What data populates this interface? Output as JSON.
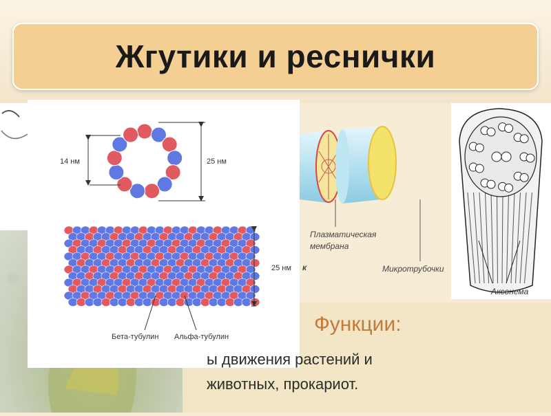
{
  "slide": {
    "title": "Жгутики и реснички",
    "functions_heading": "Функции:",
    "functions_line1": "ы движения растений и",
    "functions_line2": "животных, прокариот."
  },
  "tubule_diagram": {
    "inner_label": "14 нм",
    "outer_label": "25 нм",
    "tube_label": "25 нм",
    "beta_label": "Бета-тубулин",
    "alpha_label": "Альфа-тубулин"
  },
  "flagellum_diagram": {
    "membrane_label_1": "Плазматическая",
    "membrane_label_2": "мембрана",
    "fragment_label": "к",
    "microtubules_label": "Микротрубочки"
  },
  "axoneme_diagram": {
    "axoneme_label": "Аксонема"
  },
  "colors": {
    "title_box": "#f4cf93",
    "alpha_tubulin": "#e15a5f",
    "beta_tubulin": "#5f78e2",
    "functions_heading": "#c47a3a"
  }
}
